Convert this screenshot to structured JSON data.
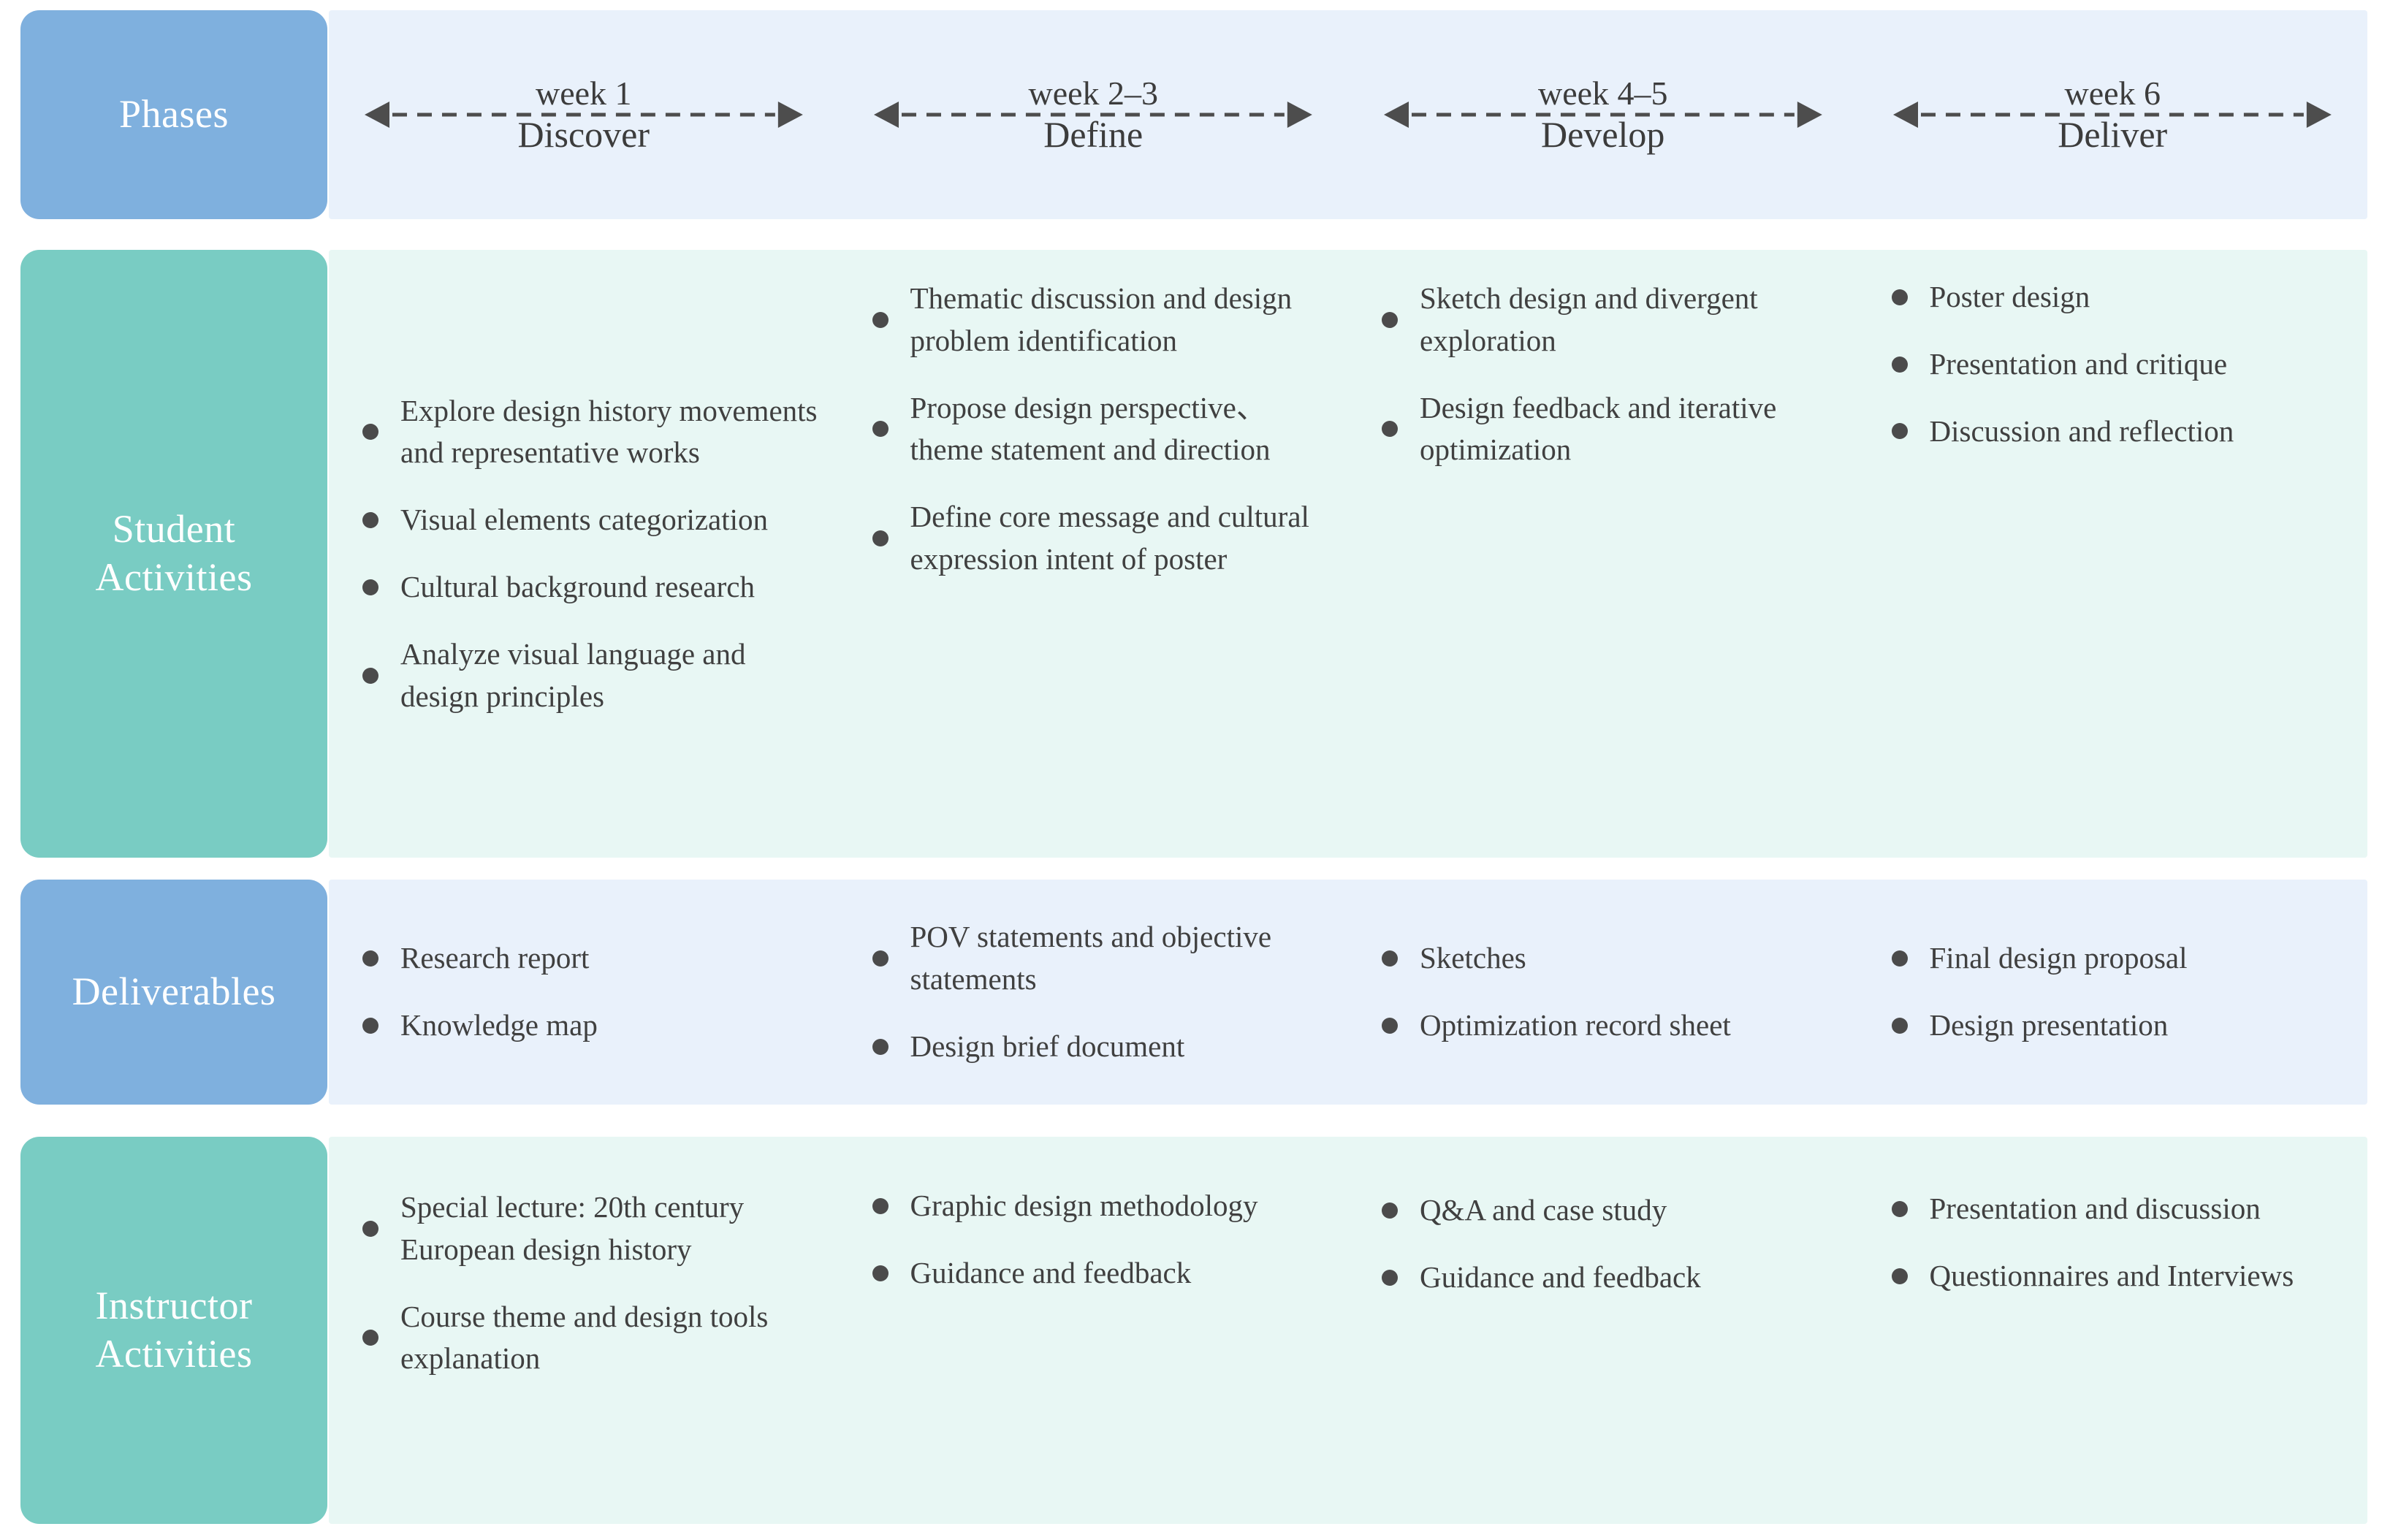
{
  "colors": {
    "label_blue": "#7fb0de",
    "label_mint": "#79ccc3",
    "panel_blue": "#e9f1fb",
    "panel_mint": "#e8f7f4",
    "bullet": "#4b4b4b",
    "text": "#404040",
    "label_text": "#ffffff"
  },
  "rows": {
    "phases": {
      "label": "Phases",
      "columns": [
        {
          "week": "week 1",
          "name": "Discover"
        },
        {
          "week": "week 2–3",
          "name": "Define"
        },
        {
          "week": "week 4–5",
          "name": "Develop"
        },
        {
          "week": "week 6",
          "name": "Deliver"
        }
      ]
    },
    "student_activities": {
      "label": "Student\nActivities",
      "label_line1": "Student",
      "label_line2": "Activities",
      "columns": [
        {
          "items": [
            "Explore design history movements and representative works",
            "Visual elements categorization",
            "Cultural background research",
            "Analyze visual language and design principles"
          ]
        },
        {
          "items": [
            "Thematic discussion and design problem identification",
            "Propose design perspective、 theme statement and direction",
            "Define core message and cultural expression intent of poster"
          ]
        },
        {
          "items": [
            "Sketch design and divergent exploration",
            "Design feedback and iterative optimization"
          ]
        },
        {
          "items": [
            "Poster design",
            "Presentation and critique",
            "Discussion and reflection"
          ]
        }
      ]
    },
    "deliverables": {
      "label": "Deliverables",
      "columns": [
        {
          "items": [
            "Research report",
            "Knowledge map"
          ]
        },
        {
          "items": [
            "POV statements and objective statements",
            "Design brief document"
          ]
        },
        {
          "items": [
            "Sketches",
            "Optimization record sheet"
          ]
        },
        {
          "items": [
            "Final design proposal",
            "Design presentation"
          ]
        }
      ]
    },
    "instructor_activities": {
      "label": "Instructor\nActivities",
      "label_line1": "Instructor",
      "label_line2": "Activities",
      "columns": [
        {
          "items": [
            "Special lecture: 20th century European design history",
            "Course theme and design tools explanation"
          ]
        },
        {
          "items": [
            "Graphic design methodology",
            "Guidance and feedback"
          ]
        },
        {
          "items": [
            "Q&A and case study",
            "Guidance and feedback"
          ]
        },
        {
          "items": [
            "Presentation and discussion",
            "Questionnaires and Interviews"
          ]
        }
      ]
    }
  }
}
